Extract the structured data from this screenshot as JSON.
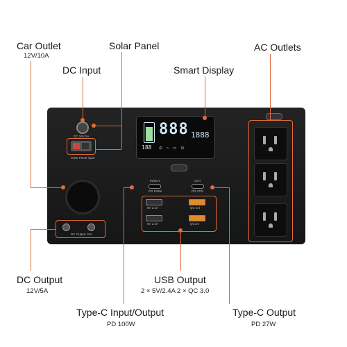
{
  "labels": {
    "car_outlet": "Car Outlet",
    "car_outlet_spec": "12V/10A",
    "solar_panel": "Solar Panel",
    "ac_outlets": "AC Outlets",
    "dc_input": "DC Input",
    "smart_display": "Smart Display",
    "dc_output": "DC Output",
    "dc_output_spec": "12V/5A",
    "usb_output": "USB Output",
    "usb_output_spec": "2 × 5V/2.4A  2 × QC 3.0",
    "typec_io": "Type-C Input/Output",
    "typec_io_spec": "PD 100W",
    "typec_out": "Type-C Output",
    "typec_out_spec": "PD 27W"
  },
  "panel_text": {
    "dc_in": "DC 24V 5A",
    "solar_input": "Solar Panel Input",
    "inout": "IN/OUT",
    "pd100": "PD 100W",
    "out": "OUT",
    "pd27": "PD 27W",
    "usb1": "5V 2.4A",
    "usb2": "5V 2.4A",
    "qc1": "QC 3.0",
    "qc2": "QC3.0",
    "dc_output12": "DC Output 12V"
  },
  "display": {
    "main_digits": "888",
    "right_digits": "1888",
    "battery_pct": "188"
  },
  "colors": {
    "accent": "#e06a3a",
    "panel": "#1c1c1c",
    "lcd": "#cfe7f5"
  }
}
